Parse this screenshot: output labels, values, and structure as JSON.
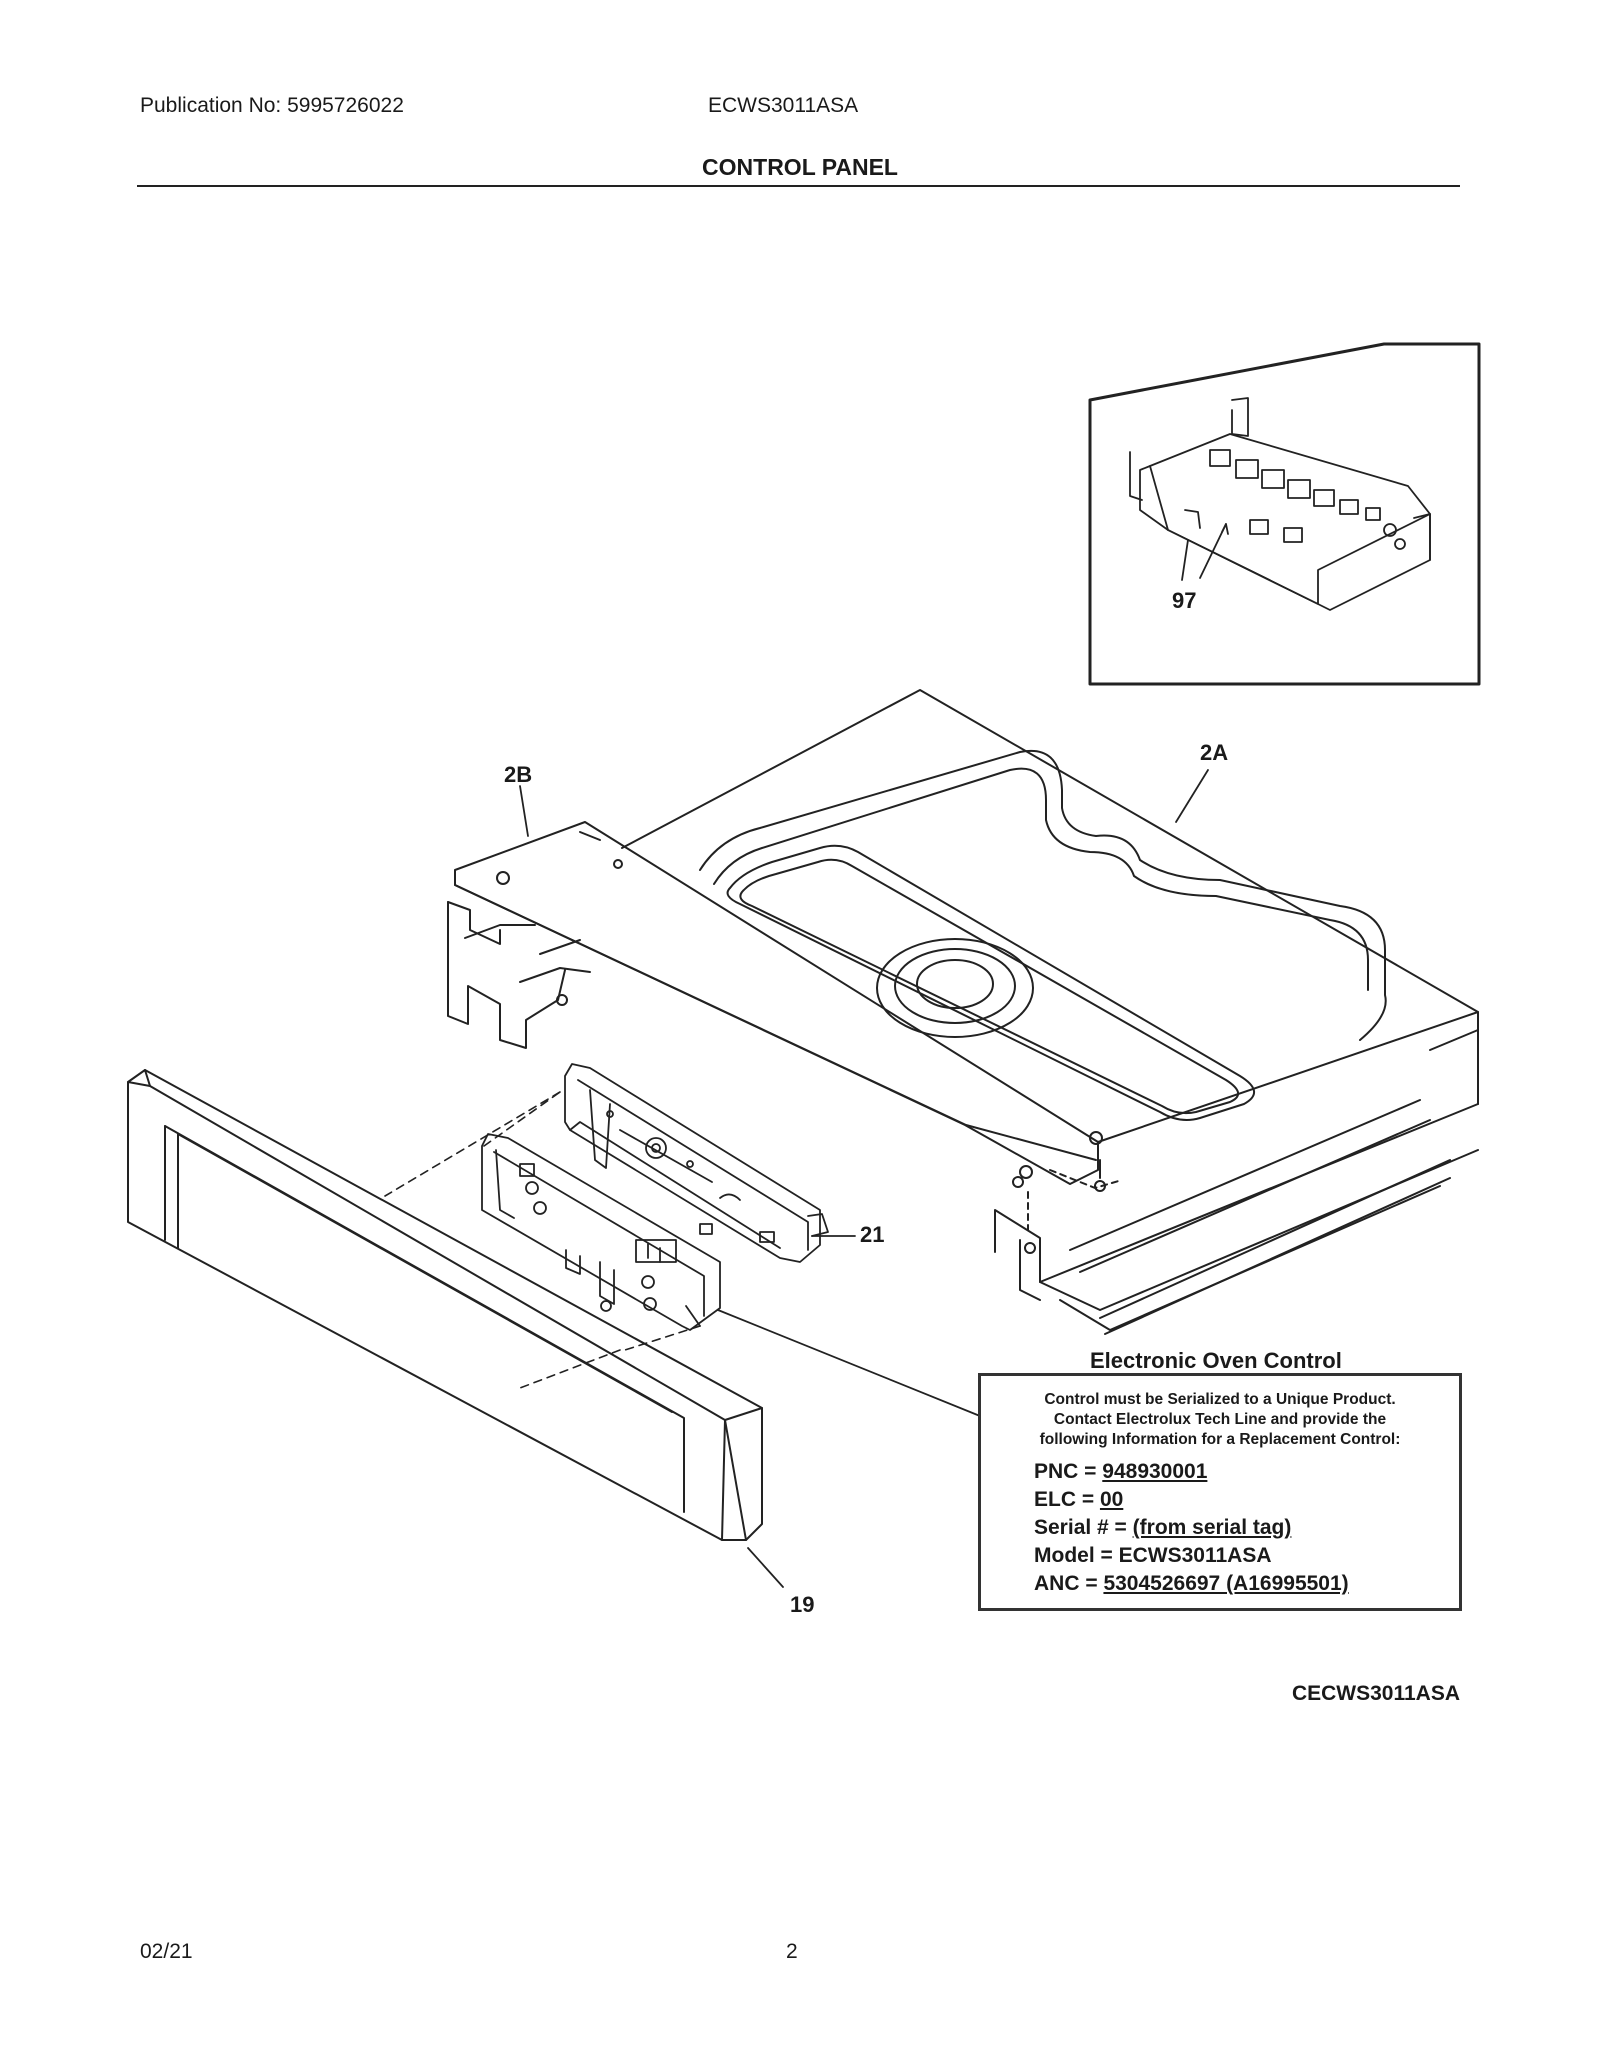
{
  "header": {
    "publication": "Publication No: 5995726022",
    "model": "ECWS3011ASA",
    "title": "CONTROL PANEL"
  },
  "callouts": {
    "c97": "97",
    "c2a": "2A",
    "c2b": "2B",
    "c21": "21",
    "c19": "19"
  },
  "eoc": {
    "title": "Electronic Oven Control",
    "notice": [
      "Control must be Serialized to a Unique Product.",
      "Contact Electrolux Tech Line and provide the",
      "following Information for a Replacement Control:"
    ],
    "specs": [
      {
        "label": "PNC = ",
        "value": "948930001"
      },
      {
        "label": "ELC = ",
        "value": "00"
      },
      {
        "label": "Serial # = ",
        "value": "(from serial tag)"
      },
      {
        "label": "Model = ECWS3011ASA",
        "value": ""
      },
      {
        "label": "ANC = ",
        "value": "5304526697 (A16995501)"
      }
    ]
  },
  "figure_code": "CECWS3011ASA",
  "footer": {
    "date": "02/21",
    "page": "2"
  }
}
